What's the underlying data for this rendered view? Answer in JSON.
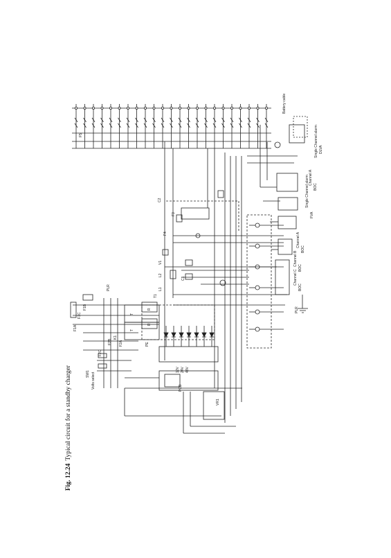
{
  "figure": {
    "number": "Fig. 12.24",
    "title": "Typical circuit for a standby charger"
  },
  "labels": {
    "battery_cable": "Battery cable",
    "single_channel_alarm": "Single Channel alarm",
    "single_channel_alarm_code": "DLVA",
    "channel_a_boc_right": "Channel A",
    "boc_right": "BOC",
    "single_channel_alarm_2": "Single Channel alarm",
    "single_channel_alarm_2_code": "FVA",
    "channel_a_boc_mid": "Channel A",
    "boc_mid": "BOC",
    "channel_b_boc": "Channel B",
    "boc_b": "BOC",
    "channel_c_boc": "Channel C",
    "boc_c": "BOC",
    "plr_bottom": "PLR",
    "c2": "C2",
    "f3": "F3",
    "f4": "F4",
    "v1": "V1",
    "l2": "L2",
    "c1": "C1",
    "l1": "L1",
    "t1": "T1",
    "r1": "R",
    "r2": "R",
    "t_a": "T",
    "t_b": "T",
    "plr_top": "PLR",
    "f1b": "F1B",
    "f1c": "F1C",
    "f1a": "F1A",
    "k1": "K1",
    "f2a": "F2A",
    "f2b": "F2B",
    "pe": "PE",
    "f2c": "F2C",
    "sw1": "SW1",
    "volts_select": "Volts select",
    "volts_12v": "12V",
    "volts_24v": "24V",
    "volts_48v": "48V",
    "pcb": "PCB",
    "vr1": "VR1",
    "f5": "F5"
  },
  "colors": {
    "ink": "#222222",
    "paper": "#ffffff"
  }
}
